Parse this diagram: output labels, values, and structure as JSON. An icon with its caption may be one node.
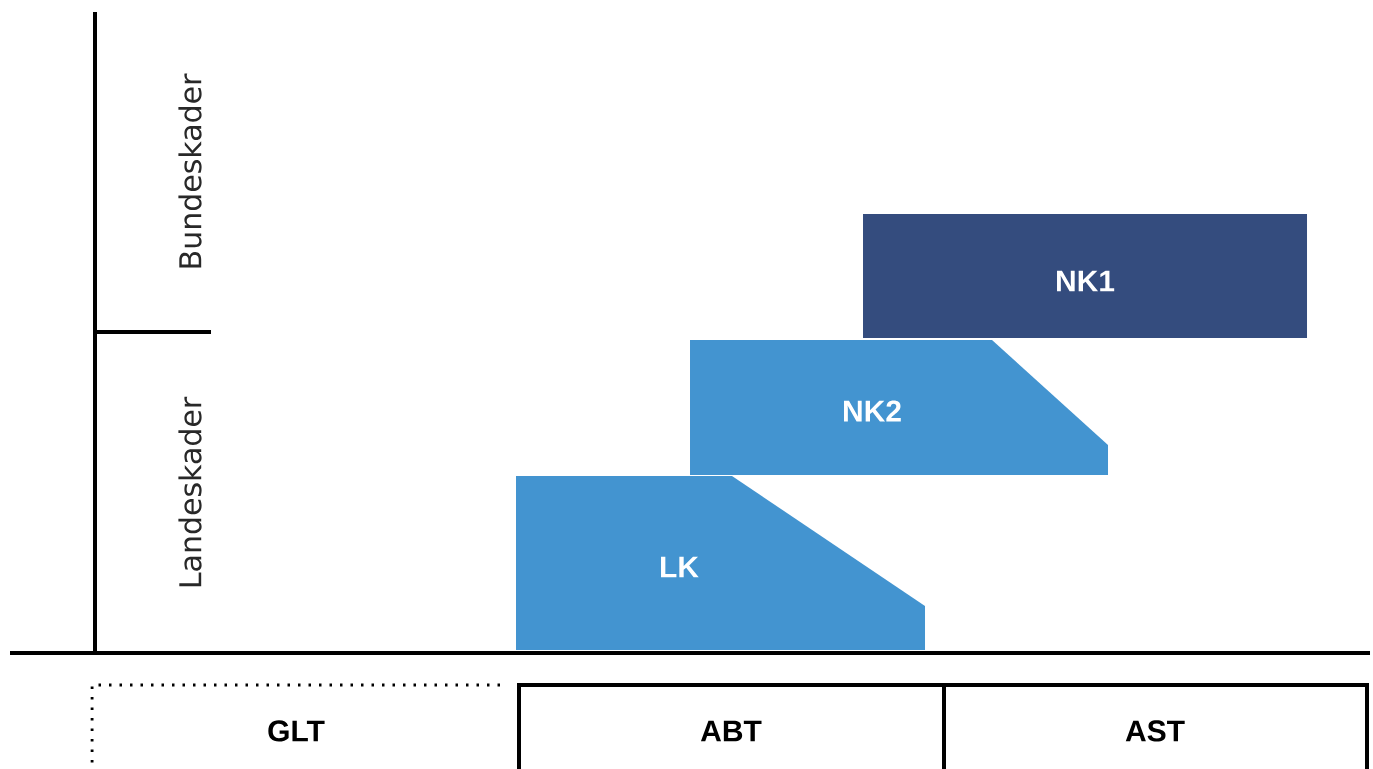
{
  "diagram": {
    "nodes": [
      {
        "text": [
          "NK1"
        ]
      },
      {
        "text": [
          "NK2"
        ]
      },
      {
        "text": [
          "LK"
        ]
      },
      {
        "text": [
          "GLT"
        ]
      },
      {
        "text": [
          "ABT"
        ]
      },
      {
        "text": [
          "AST"
        ]
      }
    ],
    "labels": [
      "Bundeskader",
      "Landeskader"
    ]
  }
}
